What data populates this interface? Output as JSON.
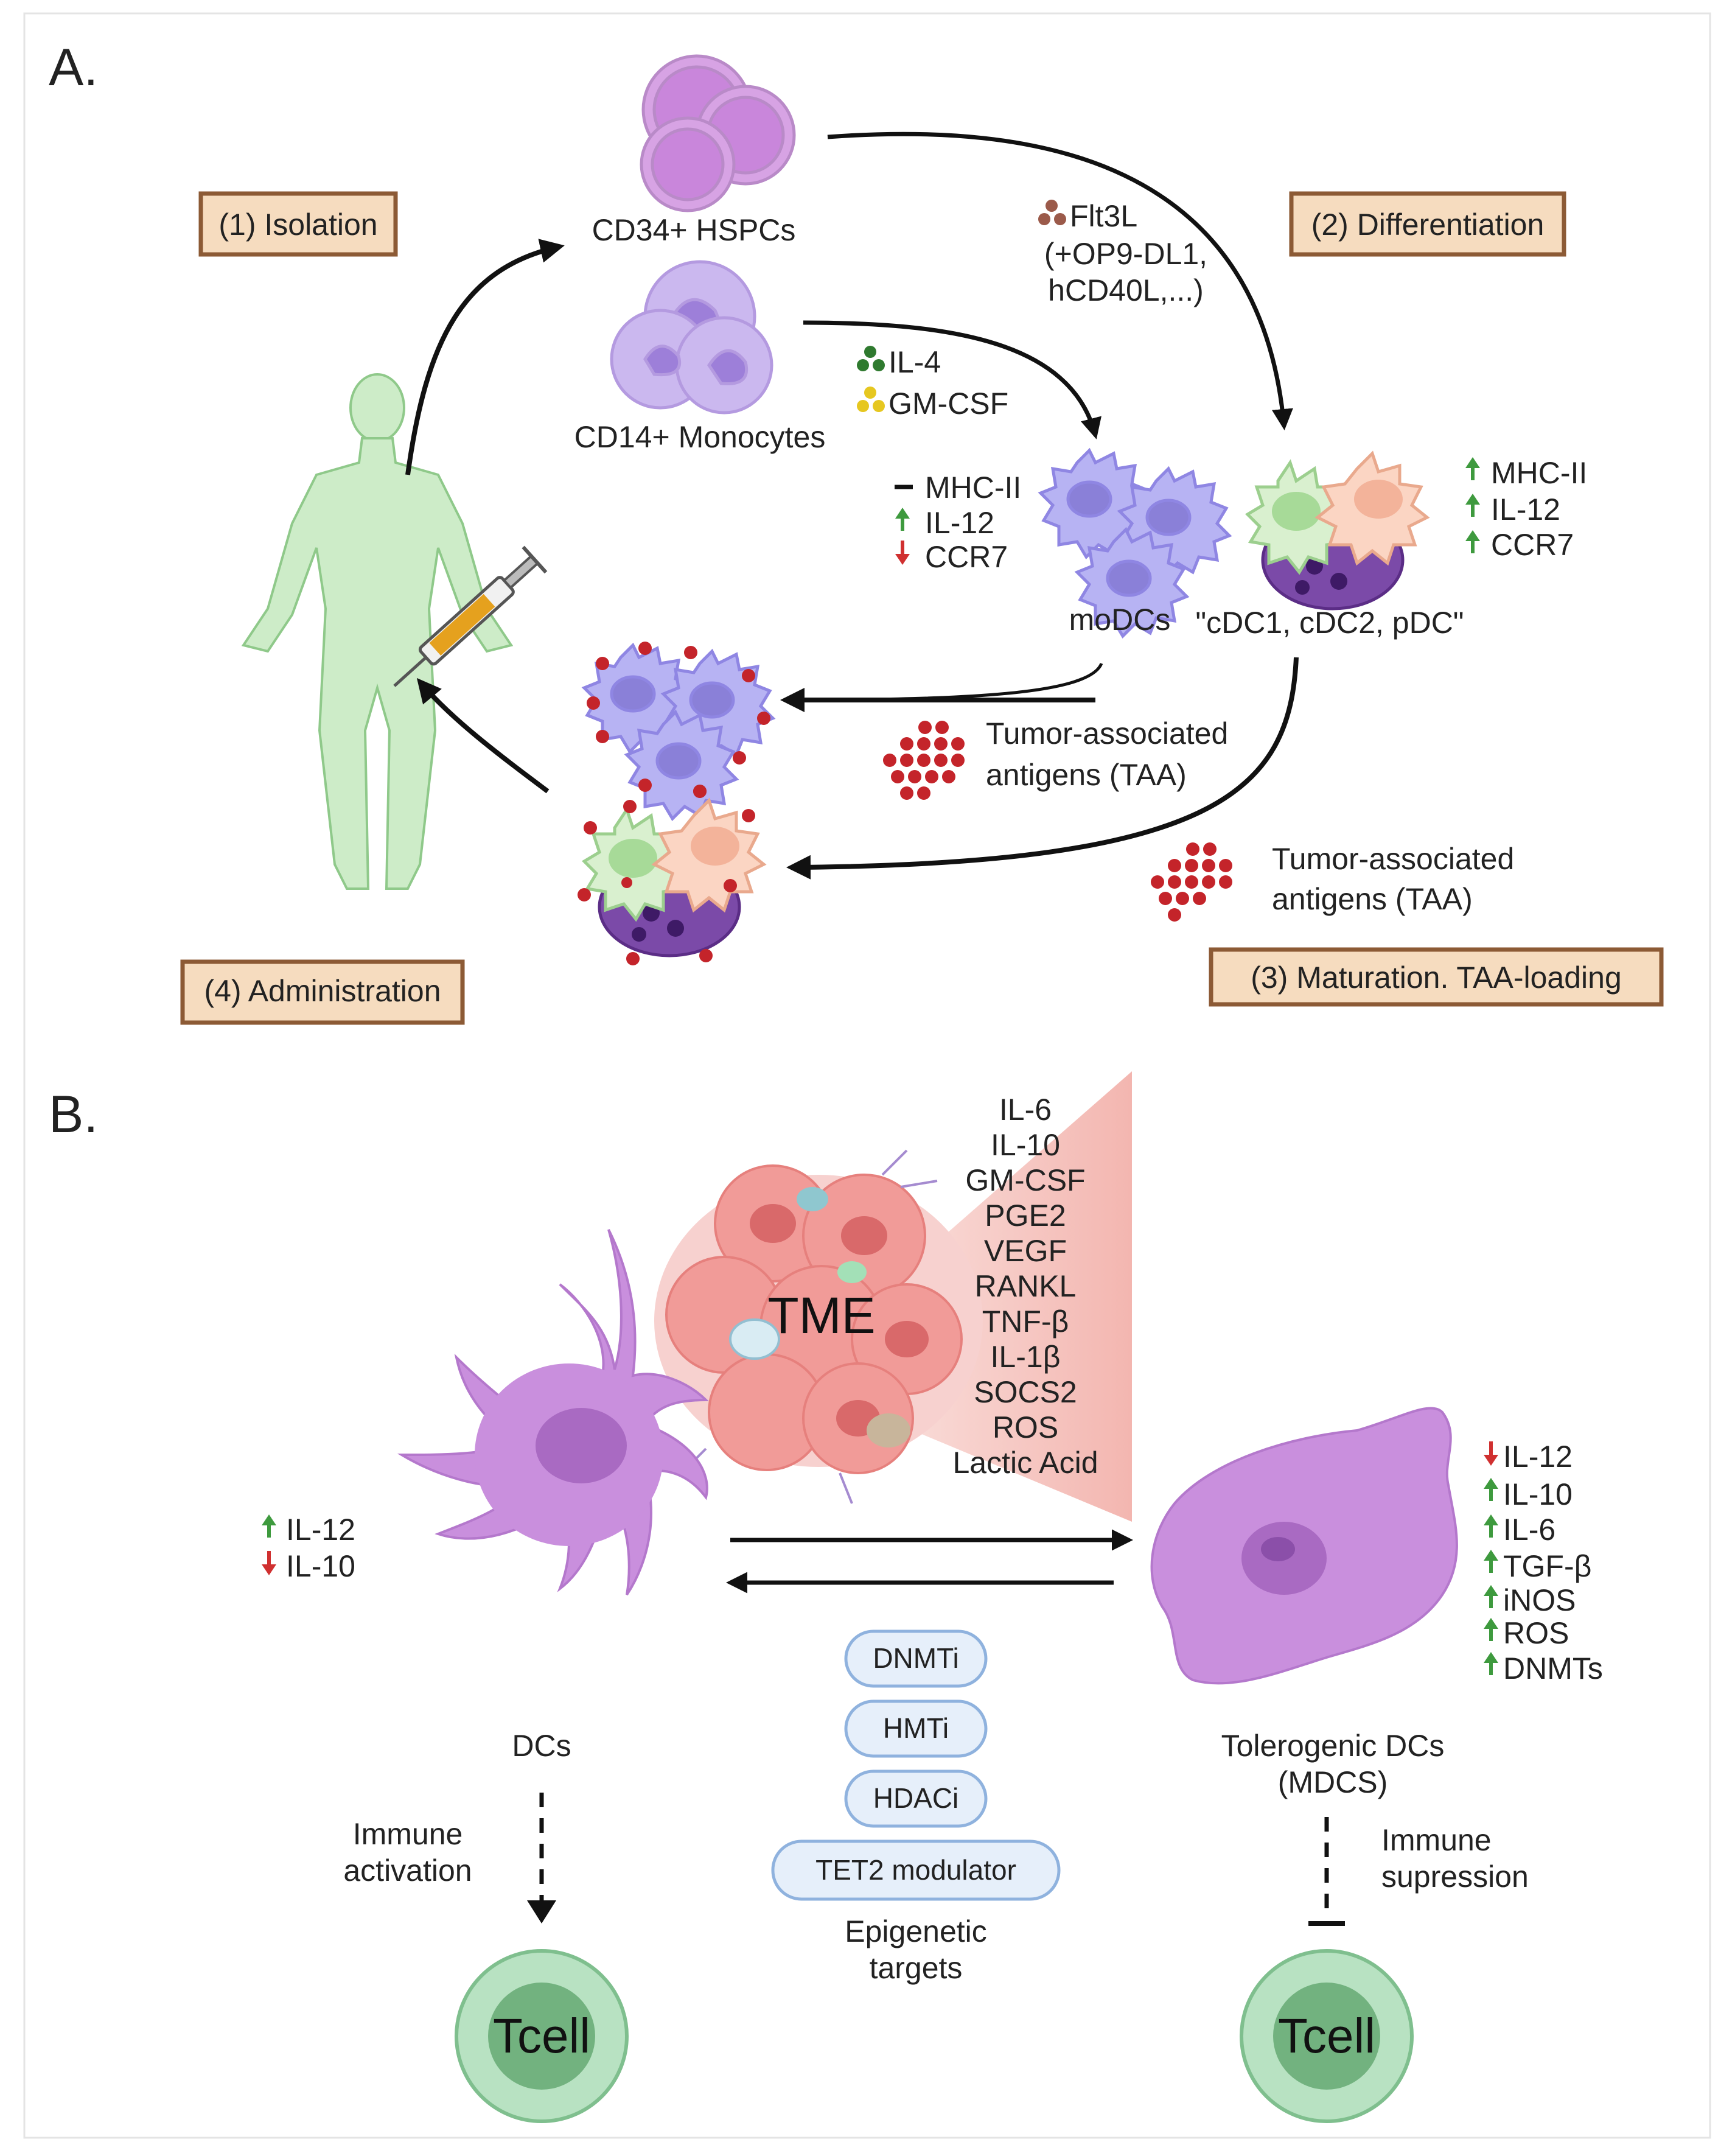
{
  "panelA": {
    "letter": "A.",
    "stages": {
      "isolation": "(1) Isolation",
      "differentiation": "(2) Differentiation",
      "maturation": "(3) Maturation. TAA-loading",
      "administration": "(4) Administration"
    },
    "cells": {
      "hspc": "CD34+ HSPCs",
      "monocytes": "CD14+ Monocytes",
      "modc": "moDCs",
      "cdc": "\"cDC1, cDC2, pDC\""
    },
    "hspc_factors": [
      "Flt3L",
      "(+OP9-DL1,",
      "hCD40L,...)"
    ],
    "mono_factors": [
      "IL-4",
      "GM-CSF"
    ],
    "modc_markers": [
      {
        "label": "MHC-II",
        "change": "none"
      },
      {
        "label": "IL-12",
        "change": "up"
      },
      {
        "label": "CCR7",
        "change": "down"
      }
    ],
    "cdc_markers": [
      {
        "label": "MHC-II",
        "change": "up"
      },
      {
        "label": "IL-12",
        "change": "up"
      },
      {
        "label": "CCR7",
        "change": "up"
      }
    ],
    "taa_modc": [
      "Tumor-associated",
      "antigens (TAA)"
    ],
    "taa_cdc": [
      "Tumor-associated",
      "antigens (TAA)"
    ]
  },
  "panelB": {
    "letter": "B.",
    "tme_label": "TME",
    "tme_factors": [
      "IL-6",
      "IL-10",
      "GM-CSF",
      "PGE2",
      "VEGF",
      "RANKL",
      "TNF-β",
      "IL-1β",
      "SOCS2",
      "ROS",
      "Lactic Acid"
    ],
    "dc_markers": [
      {
        "label": "IL-12",
        "change": "up"
      },
      {
        "label": "IL-10",
        "change": "down"
      }
    ],
    "tol_markers": [
      {
        "label": "IL-12",
        "change": "down"
      },
      {
        "label": "IL-10",
        "change": "up"
      },
      {
        "label": "IL-6",
        "change": "up"
      },
      {
        "label": "TGF-β",
        "change": "up"
      },
      {
        "label": "iNOS",
        "change": "up"
      },
      {
        "label": "ROS",
        "change": "up"
      },
      {
        "label": "DNMTs",
        "change": "up"
      }
    ],
    "dc_label": "DCs",
    "tol_label": [
      "Tolerogenic DCs",
      "(MDCS)"
    ],
    "epi_targets": [
      "DNMTi",
      "HMTi",
      "HDACi",
      "TET2 modulator"
    ],
    "epi_caption": [
      "Epigenetic",
      "targets"
    ],
    "immune_activation": [
      "Immune",
      "activation"
    ],
    "immune_suppression": [
      "Immune",
      "supression"
    ],
    "tcell_left": "Tcell",
    "tcell_right": "Tcell"
  },
  "colors": {
    "stage_fill": "#f6dcbf",
    "stage_border": "#8c5a35",
    "up_arrow": "#3e9a3e",
    "down_arrow": "#d03030",
    "dc_purple": "#c98fdd",
    "tcell_green": "#a8d8b4",
    "pill_fill": "#e6effa",
    "pill_border": "#8fb2de",
    "taa_red": "#c4242a"
  }
}
